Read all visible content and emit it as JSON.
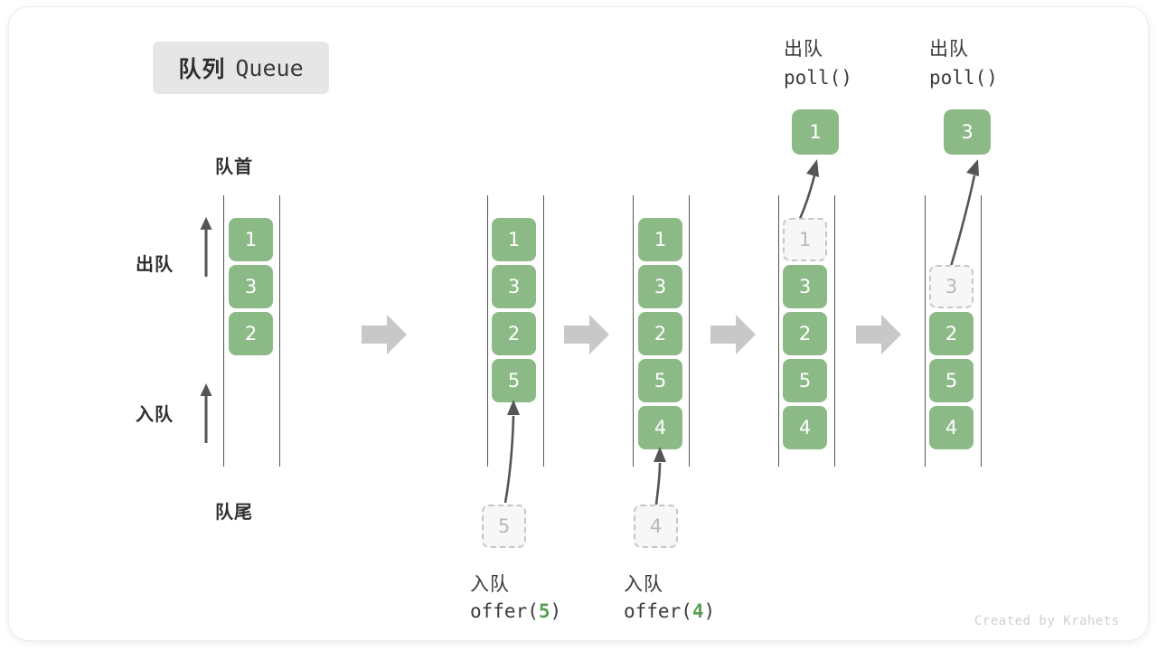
{
  "title": {
    "cn": "队列",
    "en": "Queue"
  },
  "labels": {
    "front": "队首",
    "rear": "队尾",
    "dequeue": "出队",
    "enqueue": "入队"
  },
  "watermark": "Created by Krahets",
  "colors": {
    "box_green": "#8cba87",
    "ghost_fill": "#f7f7f7",
    "ghost_border": "#c6c6c6",
    "rail": "#555555",
    "step_arrow": "#c8c8c8",
    "badge_bg": "#e6e6e6",
    "text": "#2f2f2f",
    "accent_number": "#5a9e55"
  },
  "stages": [
    {
      "id": "initial",
      "items": [
        "1",
        "3",
        "2"
      ],
      "ghost_slot": null,
      "incoming": null,
      "popped": null,
      "caption_cn": null,
      "caption_code": null
    },
    {
      "id": "offer-5",
      "items": [
        "1",
        "3",
        "2",
        "5"
      ],
      "ghost_slot": null,
      "incoming": "5",
      "popped": null,
      "caption_cn": "入队",
      "caption_code": "offer(5)",
      "caption_arg": "5"
    },
    {
      "id": "offer-4",
      "items": [
        "1",
        "3",
        "2",
        "5",
        "4"
      ],
      "ghost_slot": null,
      "incoming": "4",
      "popped": null,
      "caption_cn": "入队",
      "caption_code": "offer(4)",
      "caption_arg": "4"
    },
    {
      "id": "poll-1",
      "items": [
        "1",
        "3",
        "2",
        "5",
        "4"
      ],
      "ghost_slot": 0,
      "ghost_value": "1",
      "incoming": null,
      "popped": "1",
      "header_cn": "出队",
      "header_code": "poll()"
    },
    {
      "id": "poll-3",
      "items": [
        "3",
        "2",
        "5",
        "4"
      ],
      "ghost_slot": 1,
      "ghost_value": "3",
      "incoming": null,
      "popped": "3",
      "header_cn": "出队",
      "header_code": "poll()"
    }
  ],
  "step_arrows": [
    {
      "name": "step-arrow-1"
    },
    {
      "name": "step-arrow-2"
    },
    {
      "name": "step-arrow-3"
    },
    {
      "name": "step-arrow-4"
    }
  ]
}
